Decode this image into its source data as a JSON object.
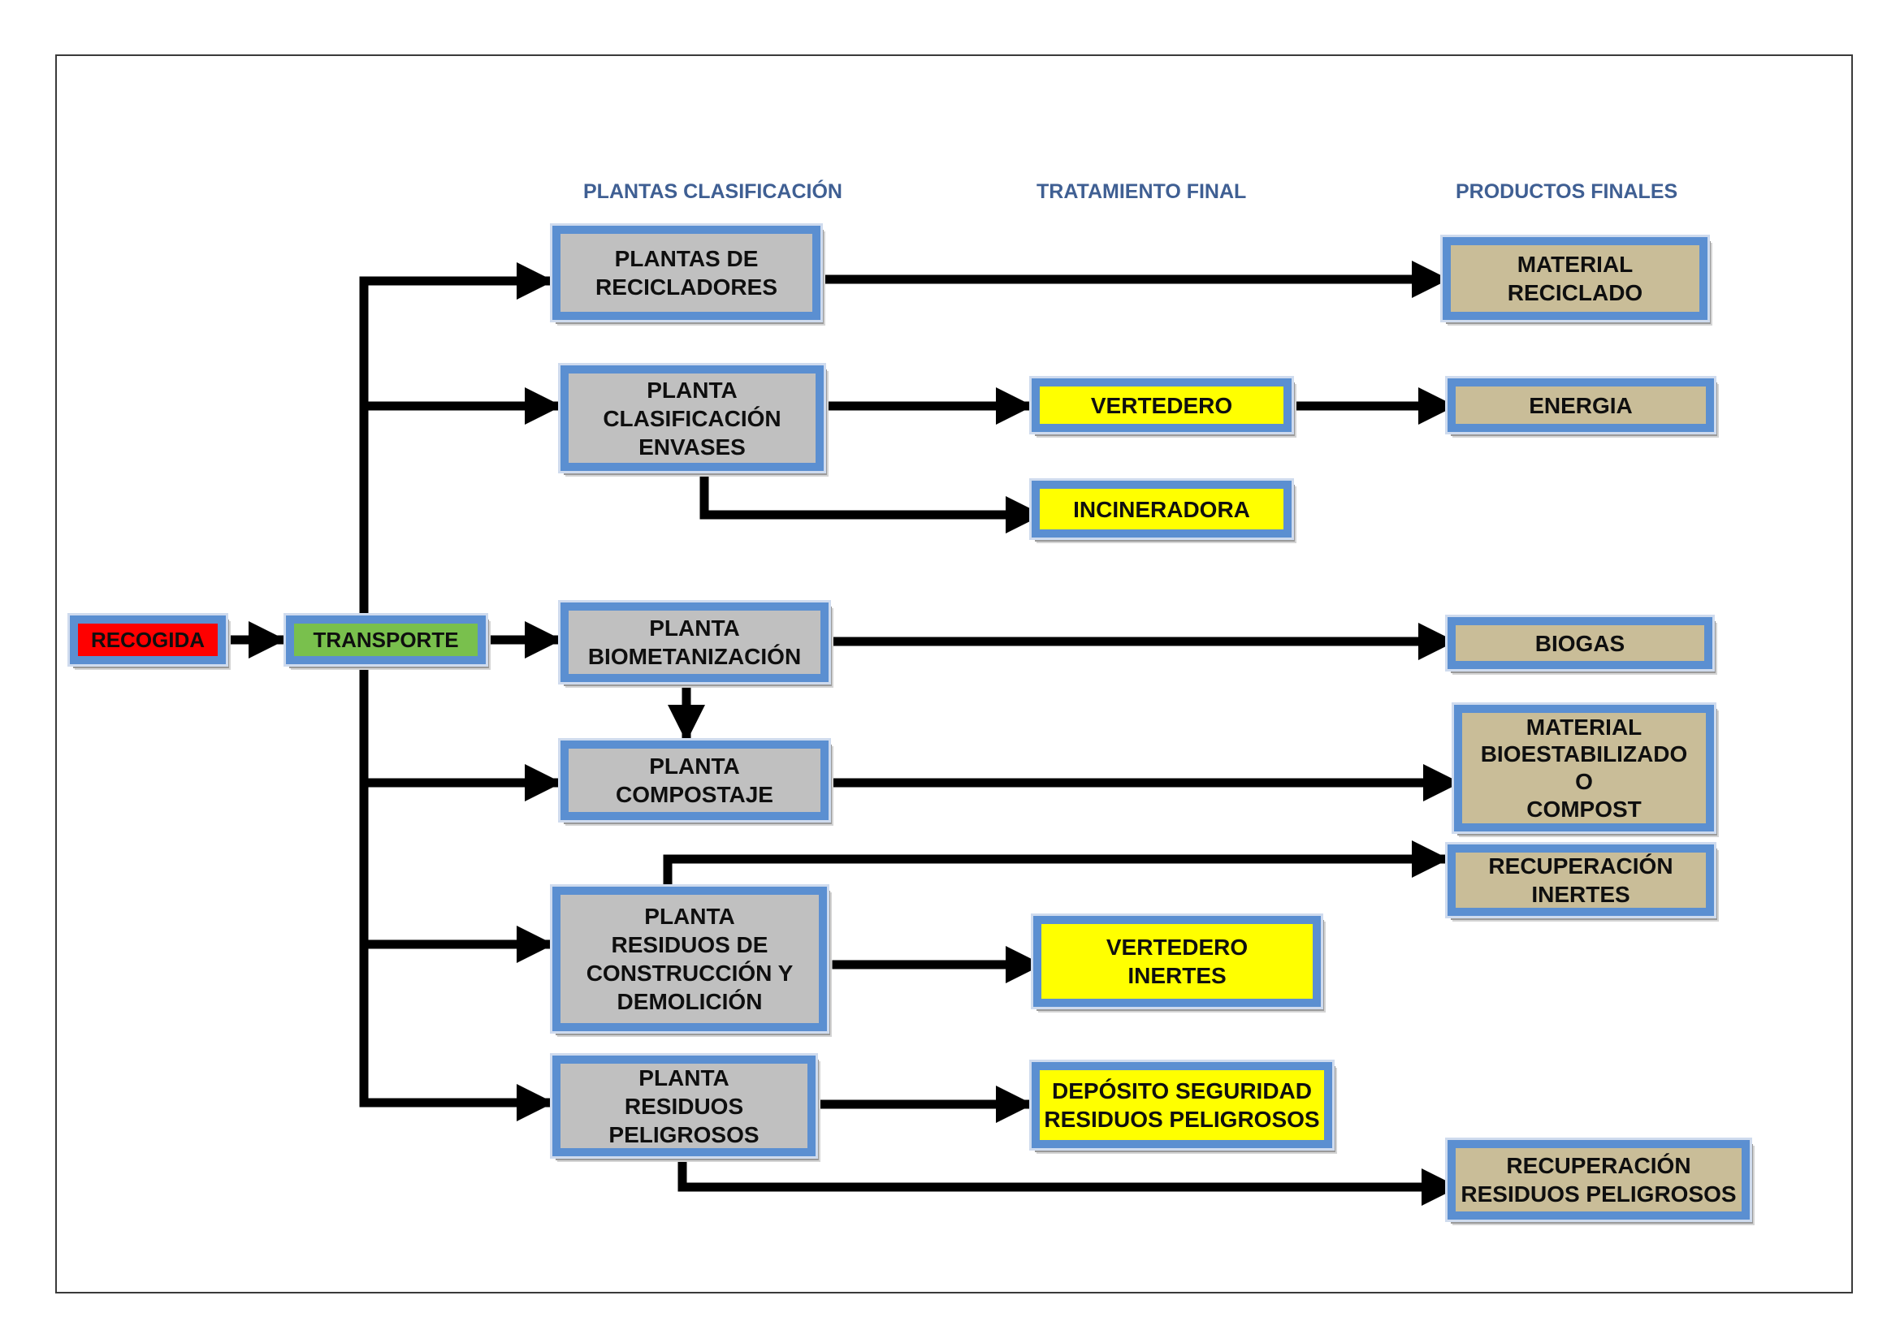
{
  "headers": {
    "plantas": "PLANTAS CLASIFICACIÓN",
    "tratamiento": "TRATAMIENTO FINAL",
    "productos": "PRODUCTOS FINALES"
  },
  "nodes": {
    "recogida": "RECOGIDA",
    "transporte": "TRANSPORTE",
    "plantas_recicladores": "PLANTAS DE\nRECICLADORES",
    "planta_envases": "PLANTA\nCLASIFICACIÓN\nENVASES",
    "planta_biometanizacion": "PLANTA\nBIOMETANIZACIÓN",
    "planta_compostaje": "PLANTA\nCOMPOSTAJE",
    "planta_rcd": "PLANTA\nRESIDUOS DE\nCONSTRUCCIÓN Y\nDEMOLICIÓN",
    "planta_peligrosos": "PLANTA\nRESIDUOS\nPELIGROSOS",
    "vertedero": "VERTEDERO",
    "incineradora": "INCINERADORA",
    "vertedero_inertes": "VERTEDERO\nINERTES",
    "deposito_seguridad": "DEPÓSITO SEGURIDAD\nRESIDUOS PELIGROSOS",
    "material_reciclado": "MATERIAL\nRECICLADO",
    "energia": "ENERGIA",
    "biogas": "BIOGAS",
    "material_bioestabilizado": "MATERIAL\nBIOESTABILIZADO\nO\nCOMPOST",
    "recuperacion_inertes": "RECUPERACIÓN\nINERTES",
    "recuperacion_peligrosos": "RECUPERACIÓN\nRESIDUOS PELIGROSOS"
  },
  "colors": {
    "node_border": "#5b8fd1",
    "plant_fill": "#c0c0c0",
    "treatment_fill": "#ffff00",
    "product_fill": "#c9bd98",
    "recogida_fill": "#ff0000",
    "transporte_fill": "#79c04d",
    "header_text": "#3f5f93",
    "connector": "#000000"
  }
}
